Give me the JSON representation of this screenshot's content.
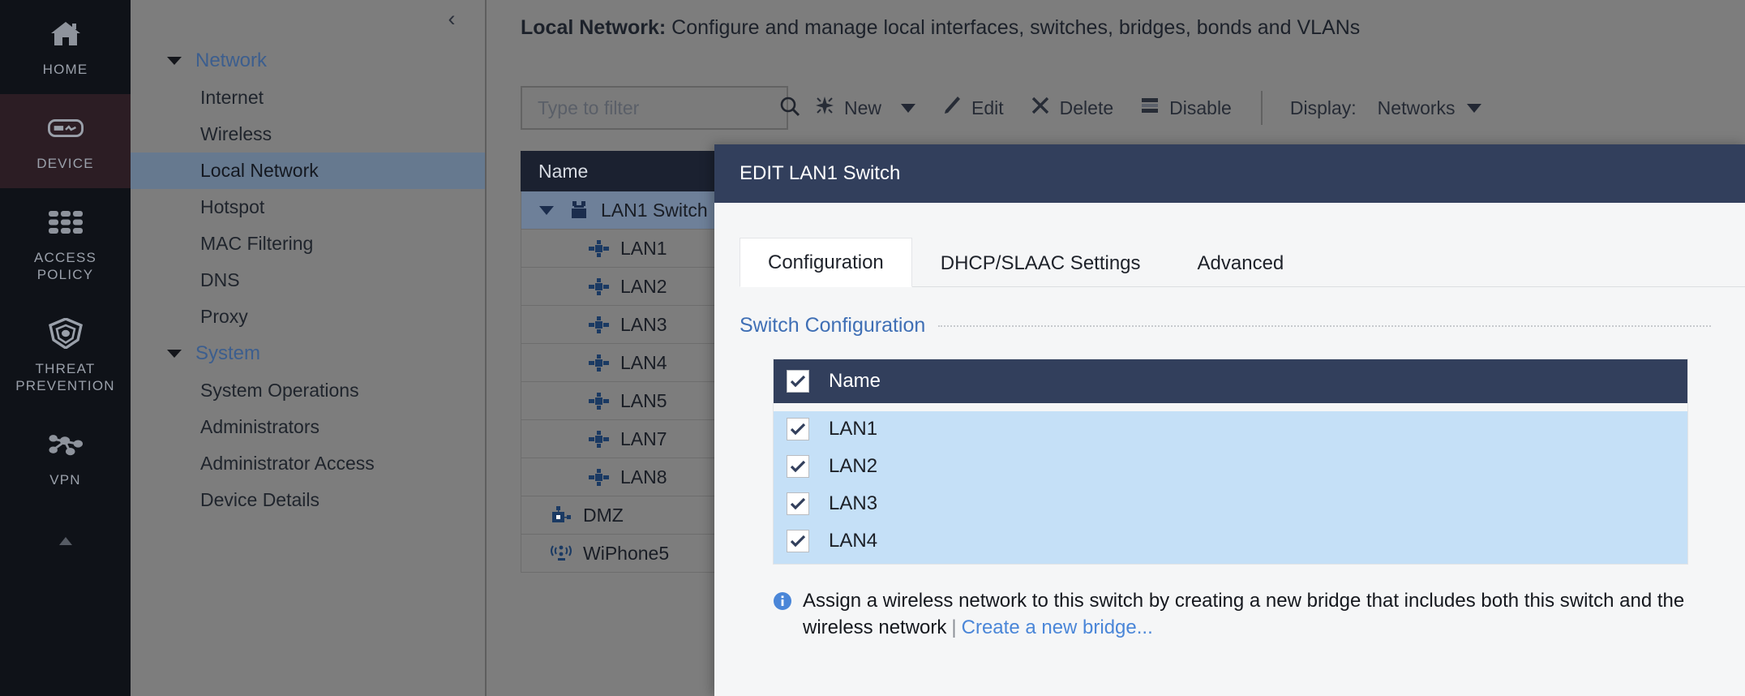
{
  "rail": {
    "items": [
      {
        "label": "HOME",
        "icon": "home-icon",
        "active": false
      },
      {
        "label": "DEVICE",
        "icon": "device-icon",
        "active": true
      },
      {
        "label": "ACCESS\nPOLICY",
        "icon": "access-policy-icon",
        "active": false
      },
      {
        "label": "THREAT\nPREVENTION",
        "icon": "threat-prevention-icon",
        "active": false
      },
      {
        "label": "VPN",
        "icon": "vpn-icon",
        "active": false
      }
    ]
  },
  "nav": {
    "collapse_icon": "chevron-left-icon",
    "groups": [
      {
        "label": "Network",
        "items": [
          "Internet",
          "Wireless",
          "Local Network",
          "Hotspot",
          "MAC Filtering",
          "DNS",
          "Proxy"
        ],
        "selected": "Local Network"
      },
      {
        "label": "System",
        "items": [
          "System Operations",
          "Administrators",
          "Administrator Access",
          "Device Details"
        ],
        "selected": ""
      }
    ]
  },
  "header": {
    "title_bold": "Local Network:",
    "title_rest": " Configure and manage local interfaces, switches, bridges, bonds and VLANs"
  },
  "toolbar": {
    "filter_placeholder": "Type to filter",
    "filter_value": "",
    "search_icon": "search-icon",
    "buttons": [
      {
        "label": "New",
        "icon": "sparkle-new-icon",
        "has_caret": true
      },
      {
        "label": "Edit",
        "icon": "pencil-edit-icon",
        "has_caret": false
      },
      {
        "label": "Delete",
        "icon": "x-delete-icon",
        "has_caret": false
      },
      {
        "label": "Disable",
        "icon": "bars-disable-icon",
        "has_caret": false
      }
    ],
    "display_label": "Display:",
    "display_value": "Networks"
  },
  "grid": {
    "column_header": "Name",
    "rows": [
      {
        "name": "LAN1 Switch",
        "icon": "switch-icon",
        "level": "top",
        "expanded": true,
        "selected": true
      },
      {
        "name": "LAN1",
        "icon": "port-icon",
        "level": "child",
        "expanded": false,
        "selected": false
      },
      {
        "name": "LAN2",
        "icon": "port-icon",
        "level": "child",
        "expanded": false,
        "selected": false
      },
      {
        "name": "LAN3",
        "icon": "port-icon",
        "level": "child",
        "expanded": false,
        "selected": false
      },
      {
        "name": "LAN4",
        "icon": "port-icon",
        "level": "child",
        "expanded": false,
        "selected": false
      },
      {
        "name": "LAN5",
        "icon": "port-icon",
        "level": "child",
        "expanded": false,
        "selected": false
      },
      {
        "name": "LAN7",
        "icon": "port-icon",
        "level": "child",
        "expanded": false,
        "selected": false
      },
      {
        "name": "LAN8",
        "icon": "port-icon",
        "level": "child",
        "expanded": false,
        "selected": false
      },
      {
        "name": "DMZ",
        "icon": "dmz-icon",
        "level": "nolevel",
        "expanded": false,
        "selected": false
      },
      {
        "name": "WiPhone5",
        "icon": "wireless-icon",
        "level": "nolevel",
        "expanded": false,
        "selected": false
      }
    ]
  },
  "modal": {
    "title": "EDIT LAN1 Switch",
    "tabs": [
      {
        "label": "Configuration",
        "active": true
      },
      {
        "label": "DHCP/SLAAC Settings",
        "active": false
      },
      {
        "label": "Advanced",
        "active": false
      }
    ],
    "section_title": "Switch Configuration",
    "table": {
      "header": {
        "label": "Name",
        "checked": true
      },
      "rows": [
        {
          "label": "LAN1",
          "checked": true
        },
        {
          "label": "LAN2",
          "checked": true
        },
        {
          "label": "LAN3",
          "checked": true
        },
        {
          "label": "LAN4",
          "checked": true
        }
      ]
    },
    "note": {
      "icon": "info-icon",
      "text": "Assign a wireless network to this switch by creating a new bridge that includes both this switch and the wireless network",
      "separator": "|",
      "link": "Create a new bridge..."
    }
  },
  "colors": {
    "rail_bg": "#0f1218",
    "rail_active": "#2c1d24",
    "nav_bg": "#7d7d7d",
    "nav_selected": "#66798f",
    "group_link": "#3c5e8e",
    "modal_header": "#323f5c",
    "table_header": "#323f5c",
    "row_selected": "#c5e0f7",
    "accent_link": "#4a86d8",
    "section_title": "#3f6fb5",
    "grid_header": "#1b2130"
  }
}
